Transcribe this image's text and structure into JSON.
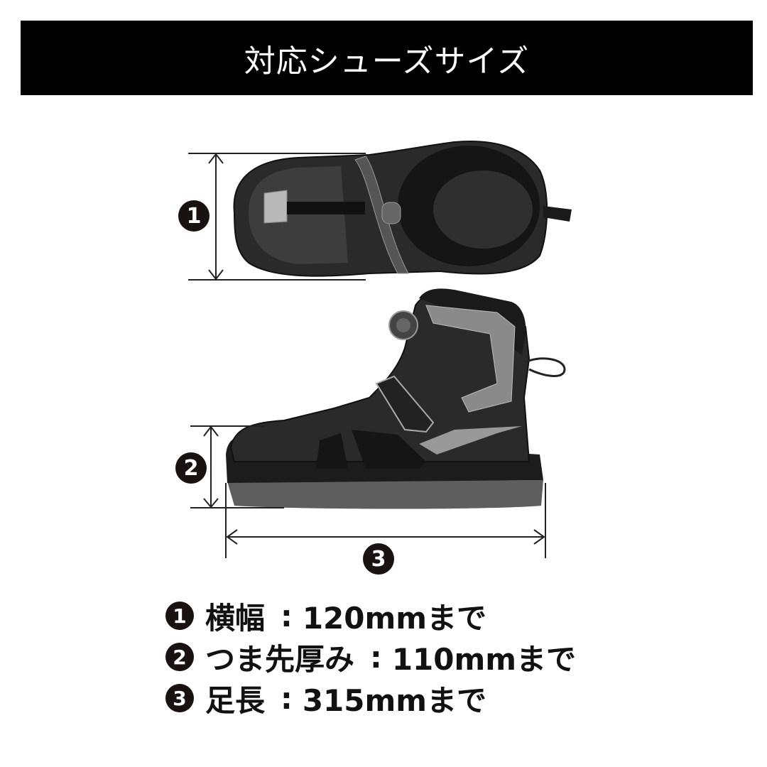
{
  "header": {
    "title": "対応シューズサイズ",
    "background": "#000000",
    "text_color": "#ffffff"
  },
  "diagram": {
    "top_view_callout": "1",
    "side_view_toe_callout": "2",
    "side_view_length_callout": "3"
  },
  "specs": [
    {
      "num": "1",
      "label": "横幅",
      "sep": ":",
      "value": "120mmまで"
    },
    {
      "num": "2",
      "label": "つま先厚み",
      "sep": ":",
      "value": "110mmまで"
    },
    {
      "num": "3",
      "label": "足長",
      "sep": ":",
      "value": "315mmまで"
    }
  ]
}
